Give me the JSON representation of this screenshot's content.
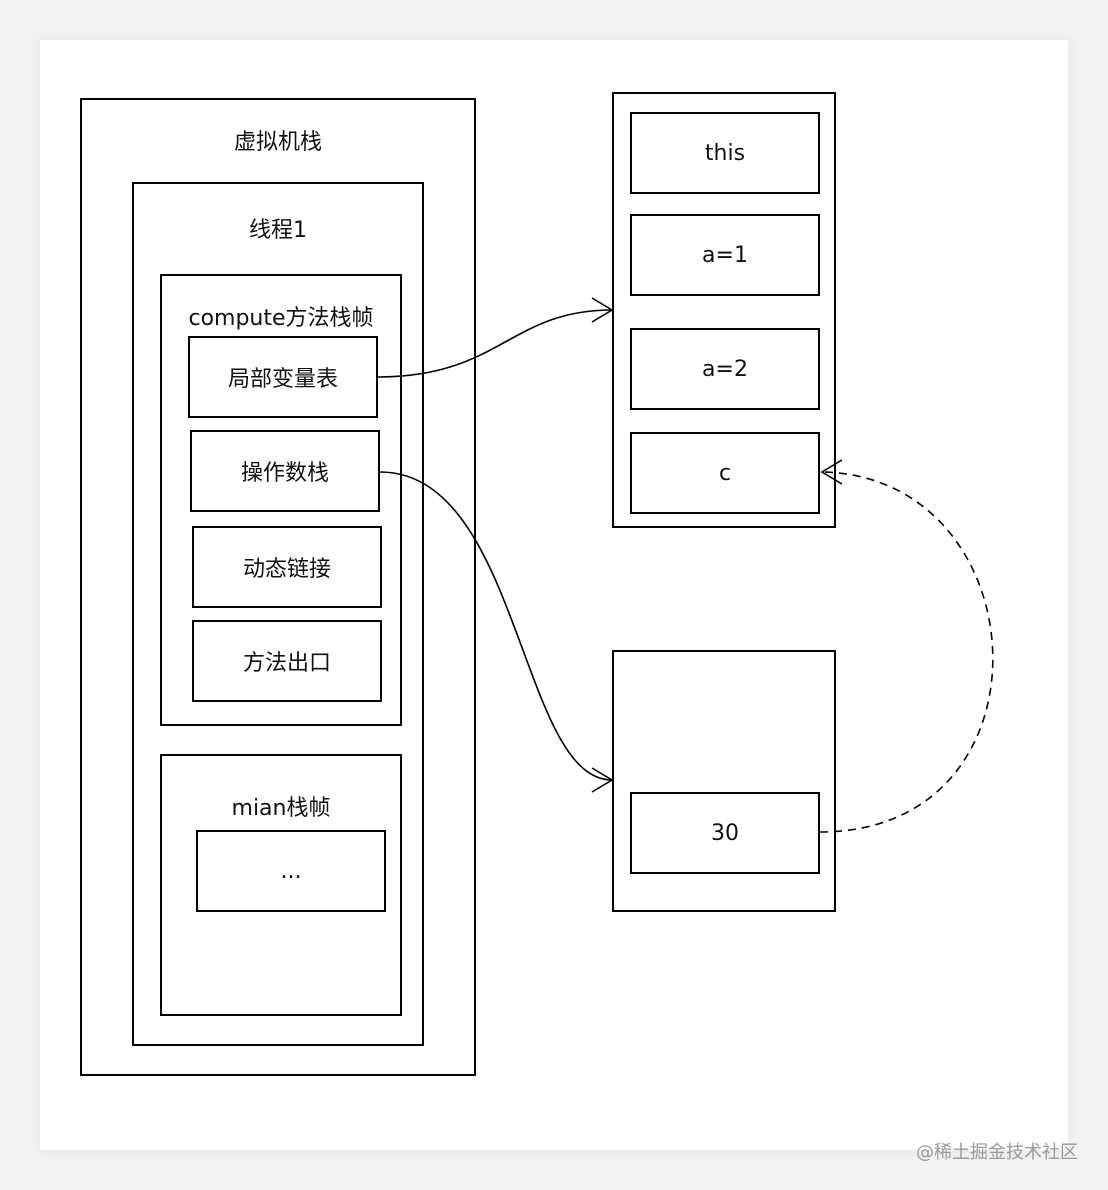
{
  "vm_stack": {
    "title": "虚拟机栈",
    "thread": {
      "title": "线程1",
      "compute_frame": {
        "title": "compute方法栈帧",
        "items": [
          "局部变量表",
          "操作数栈",
          "动态链接",
          "方法出口"
        ]
      },
      "main_frame": {
        "title": "mian栈帧",
        "items": [
          "..."
        ]
      }
    }
  },
  "local_vars": [
    "this",
    "a=1",
    "a=2",
    "c"
  ],
  "operand_stack": {
    "items": [
      "30"
    ]
  },
  "watermark": "@稀土掘金技术社区"
}
